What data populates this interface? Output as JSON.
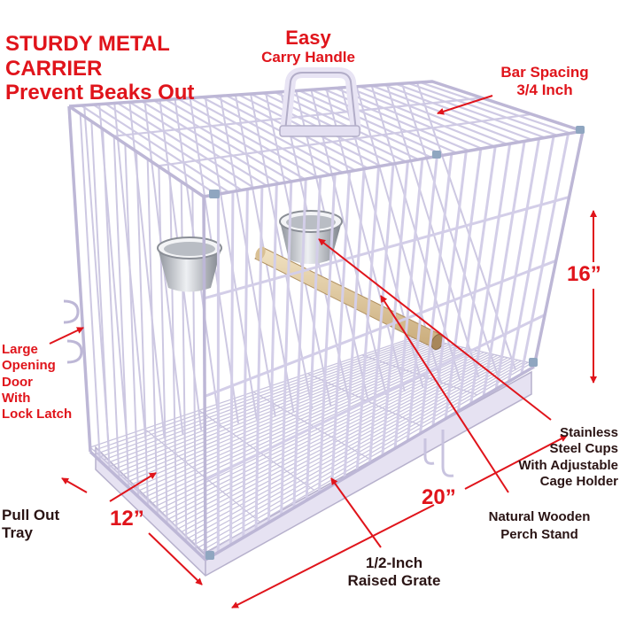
{
  "colors": {
    "accent_red": "#e0141b",
    "label_dark": "#2a1414",
    "wire": "#d9d4ee",
    "wire_shadow": "#a9a3c4",
    "wood": "#e4cfa7",
    "steel": "#c9ccd2"
  },
  "headline": {
    "line1": "STURDY METAL",
    "line2": "CARRIER",
    "line3": "Prevent Beaks Out"
  },
  "handle": {
    "line1": "Easy",
    "line2": "Carry Handle"
  },
  "bar_spacing": {
    "line1": "Bar Spacing",
    "line2": "3/4 Inch"
  },
  "height_dim": "16”",
  "door": {
    "line1": "Large",
    "line2": "Opening",
    "line3": "Door",
    "line4": "With",
    "line5": "Lock Latch"
  },
  "cups": {
    "line1": "Stainless",
    "line2": "Steel Cups",
    "line3": "With Adjustable",
    "line4": "Cage Holder"
  },
  "width_dim": "20”",
  "depth_dim": "12”",
  "tray": {
    "line1": "Pull Out",
    "line2": "Tray"
  },
  "perch": {
    "line1": "Natural Wooden",
    "line2": "Perch Stand"
  },
  "grate": {
    "line1": "1/2-Inch",
    "line2": "Raised Grate"
  }
}
